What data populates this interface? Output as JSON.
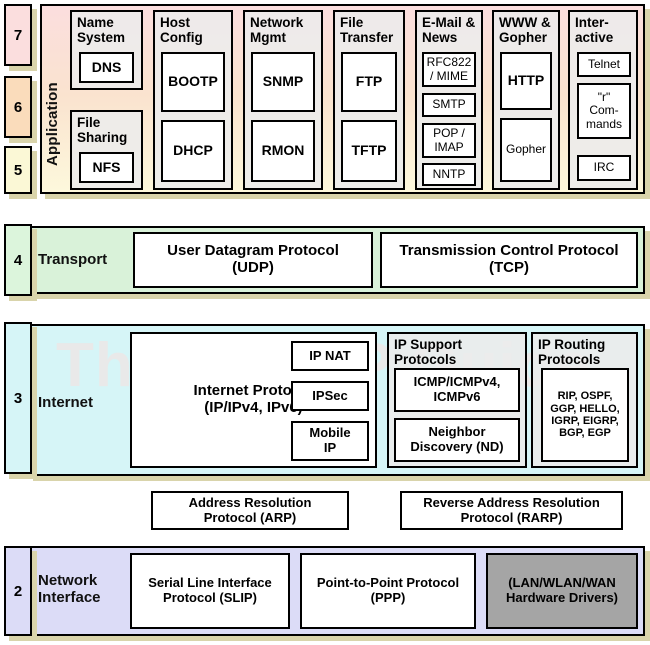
{
  "diagram": {
    "watermark": "The TCP/IP Guide",
    "layers": [
      {
        "numbers": [
          "7",
          "6",
          "5"
        ],
        "name": "Application",
        "accent": "#fbdede",
        "groups": [
          {
            "label": "Name System",
            "protocols": [
              {
                "label": "DNS"
              }
            ]
          },
          {
            "label": "File Sharing",
            "protocols": [
              {
                "label": "NFS"
              }
            ]
          },
          {
            "label": "Host Config",
            "protocols": [
              {
                "label": "BOOTP"
              },
              {
                "label": "DHCP"
              }
            ]
          },
          {
            "label": "Network Mgmt",
            "protocols": [
              {
                "label": "SNMP"
              },
              {
                "label": "RMON"
              }
            ]
          },
          {
            "label": "File Transfer",
            "protocols": [
              {
                "label": "FTP"
              },
              {
                "label": "TFTP"
              }
            ]
          },
          {
            "label": "E-Mail & News",
            "protocols": [
              {
                "label": "RFC822\n/ MIME"
              },
              {
                "label": "SMTP"
              },
              {
                "label": "POP /\nIMAP"
              },
              {
                "label": "NNTP"
              }
            ]
          },
          {
            "label": "WWW & Gopher",
            "protocols": [
              {
                "label": "HTTP"
              },
              {
                "label": "Gopher"
              }
            ]
          },
          {
            "label": "Inter-active",
            "protocols": [
              {
                "label": "Telnet"
              },
              {
                "label": "\"r\"\nCom-\nmands"
              },
              {
                "label": "IRC"
              }
            ]
          }
        ]
      },
      {
        "numbers": [
          "4"
        ],
        "name": "Transport",
        "accent": "#d9f2d9",
        "protocols": [
          {
            "label": "User Datagram Protocol\n(UDP)"
          },
          {
            "label": "Transmission Control Protocol\n(TCP)"
          }
        ]
      },
      {
        "numbers": [
          "3"
        ],
        "name": "Internet",
        "accent": "#d6f5f7",
        "protocols": [
          {
            "label": "Internet Protocol\n(IP/IPv4, IPv6)"
          },
          {
            "label": "IP NAT"
          },
          {
            "label": "IPSec"
          },
          {
            "label": "Mobile\nIP"
          }
        ],
        "groups": [
          {
            "label": "IP Support Protocols",
            "protocols": [
              {
                "label": "ICMP/ICMPv4,\nICMPv6"
              },
              {
                "label": "Neighbor\nDiscovery (ND)"
              }
            ]
          },
          {
            "label": "IP Routing Protocols",
            "protocols": [
              {
                "label": "RIP, OSPF,\nGGP, HELLO,\nIGRP, EIGRP,\nBGP, EGP"
              }
            ]
          }
        ]
      },
      {
        "numbers": [
          "2"
        ],
        "name": "Network Interface",
        "accent": "#dcdcf7",
        "protocols": [
          {
            "label": "Serial Line Interface\nProtocol (SLIP)"
          },
          {
            "label": "Point-to-Point Protocol\n(PPP)"
          },
          {
            "label": "(LAN/WLAN/WAN\nHardware Drivers)"
          }
        ]
      }
    ],
    "between_layers": [
      {
        "label": "Address Resolution\nProtocol (ARP)"
      },
      {
        "label": "Reverse Address Resolution\nProtocol (RARP)"
      }
    ],
    "chip_colors": {
      "7": "#fbdede",
      "6": "#fadcbb",
      "5": "#fbf8d6",
      "4": "#dcf5dc",
      "3": "#d6f5f7",
      "2": "#dcdcf7"
    }
  }
}
